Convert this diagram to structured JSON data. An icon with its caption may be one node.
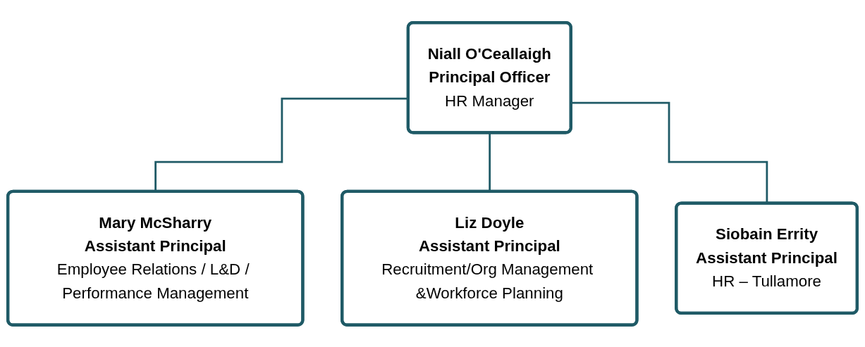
{
  "diagram": {
    "nodes": [
      {
        "text": [
          "Niall O'Ceallaigh",
          "Principal Officer",
          "HR Manager"
        ]
      },
      {
        "text": [
          "Mary McSharry",
          "Assistant Principal",
          "Employee Relations / L&D / Performance Management"
        ]
      },
      {
        "text": [
          "Liz Doyle",
          "Assistant Principal",
          "Recruitment/Org Management &Workforce Planning"
        ]
      },
      {
        "text": [
          "Siobain Errity",
          "Assistant Principal",
          "HR – Tullamore"
        ]
      }
    ],
    "edges": [
      {
        "from": 0,
        "to": 1,
        "arrow": "none"
      },
      {
        "from": 0,
        "to": 2,
        "arrow": "none"
      },
      {
        "from": 0,
        "to": 3,
        "arrow": "none"
      }
    ]
  }
}
